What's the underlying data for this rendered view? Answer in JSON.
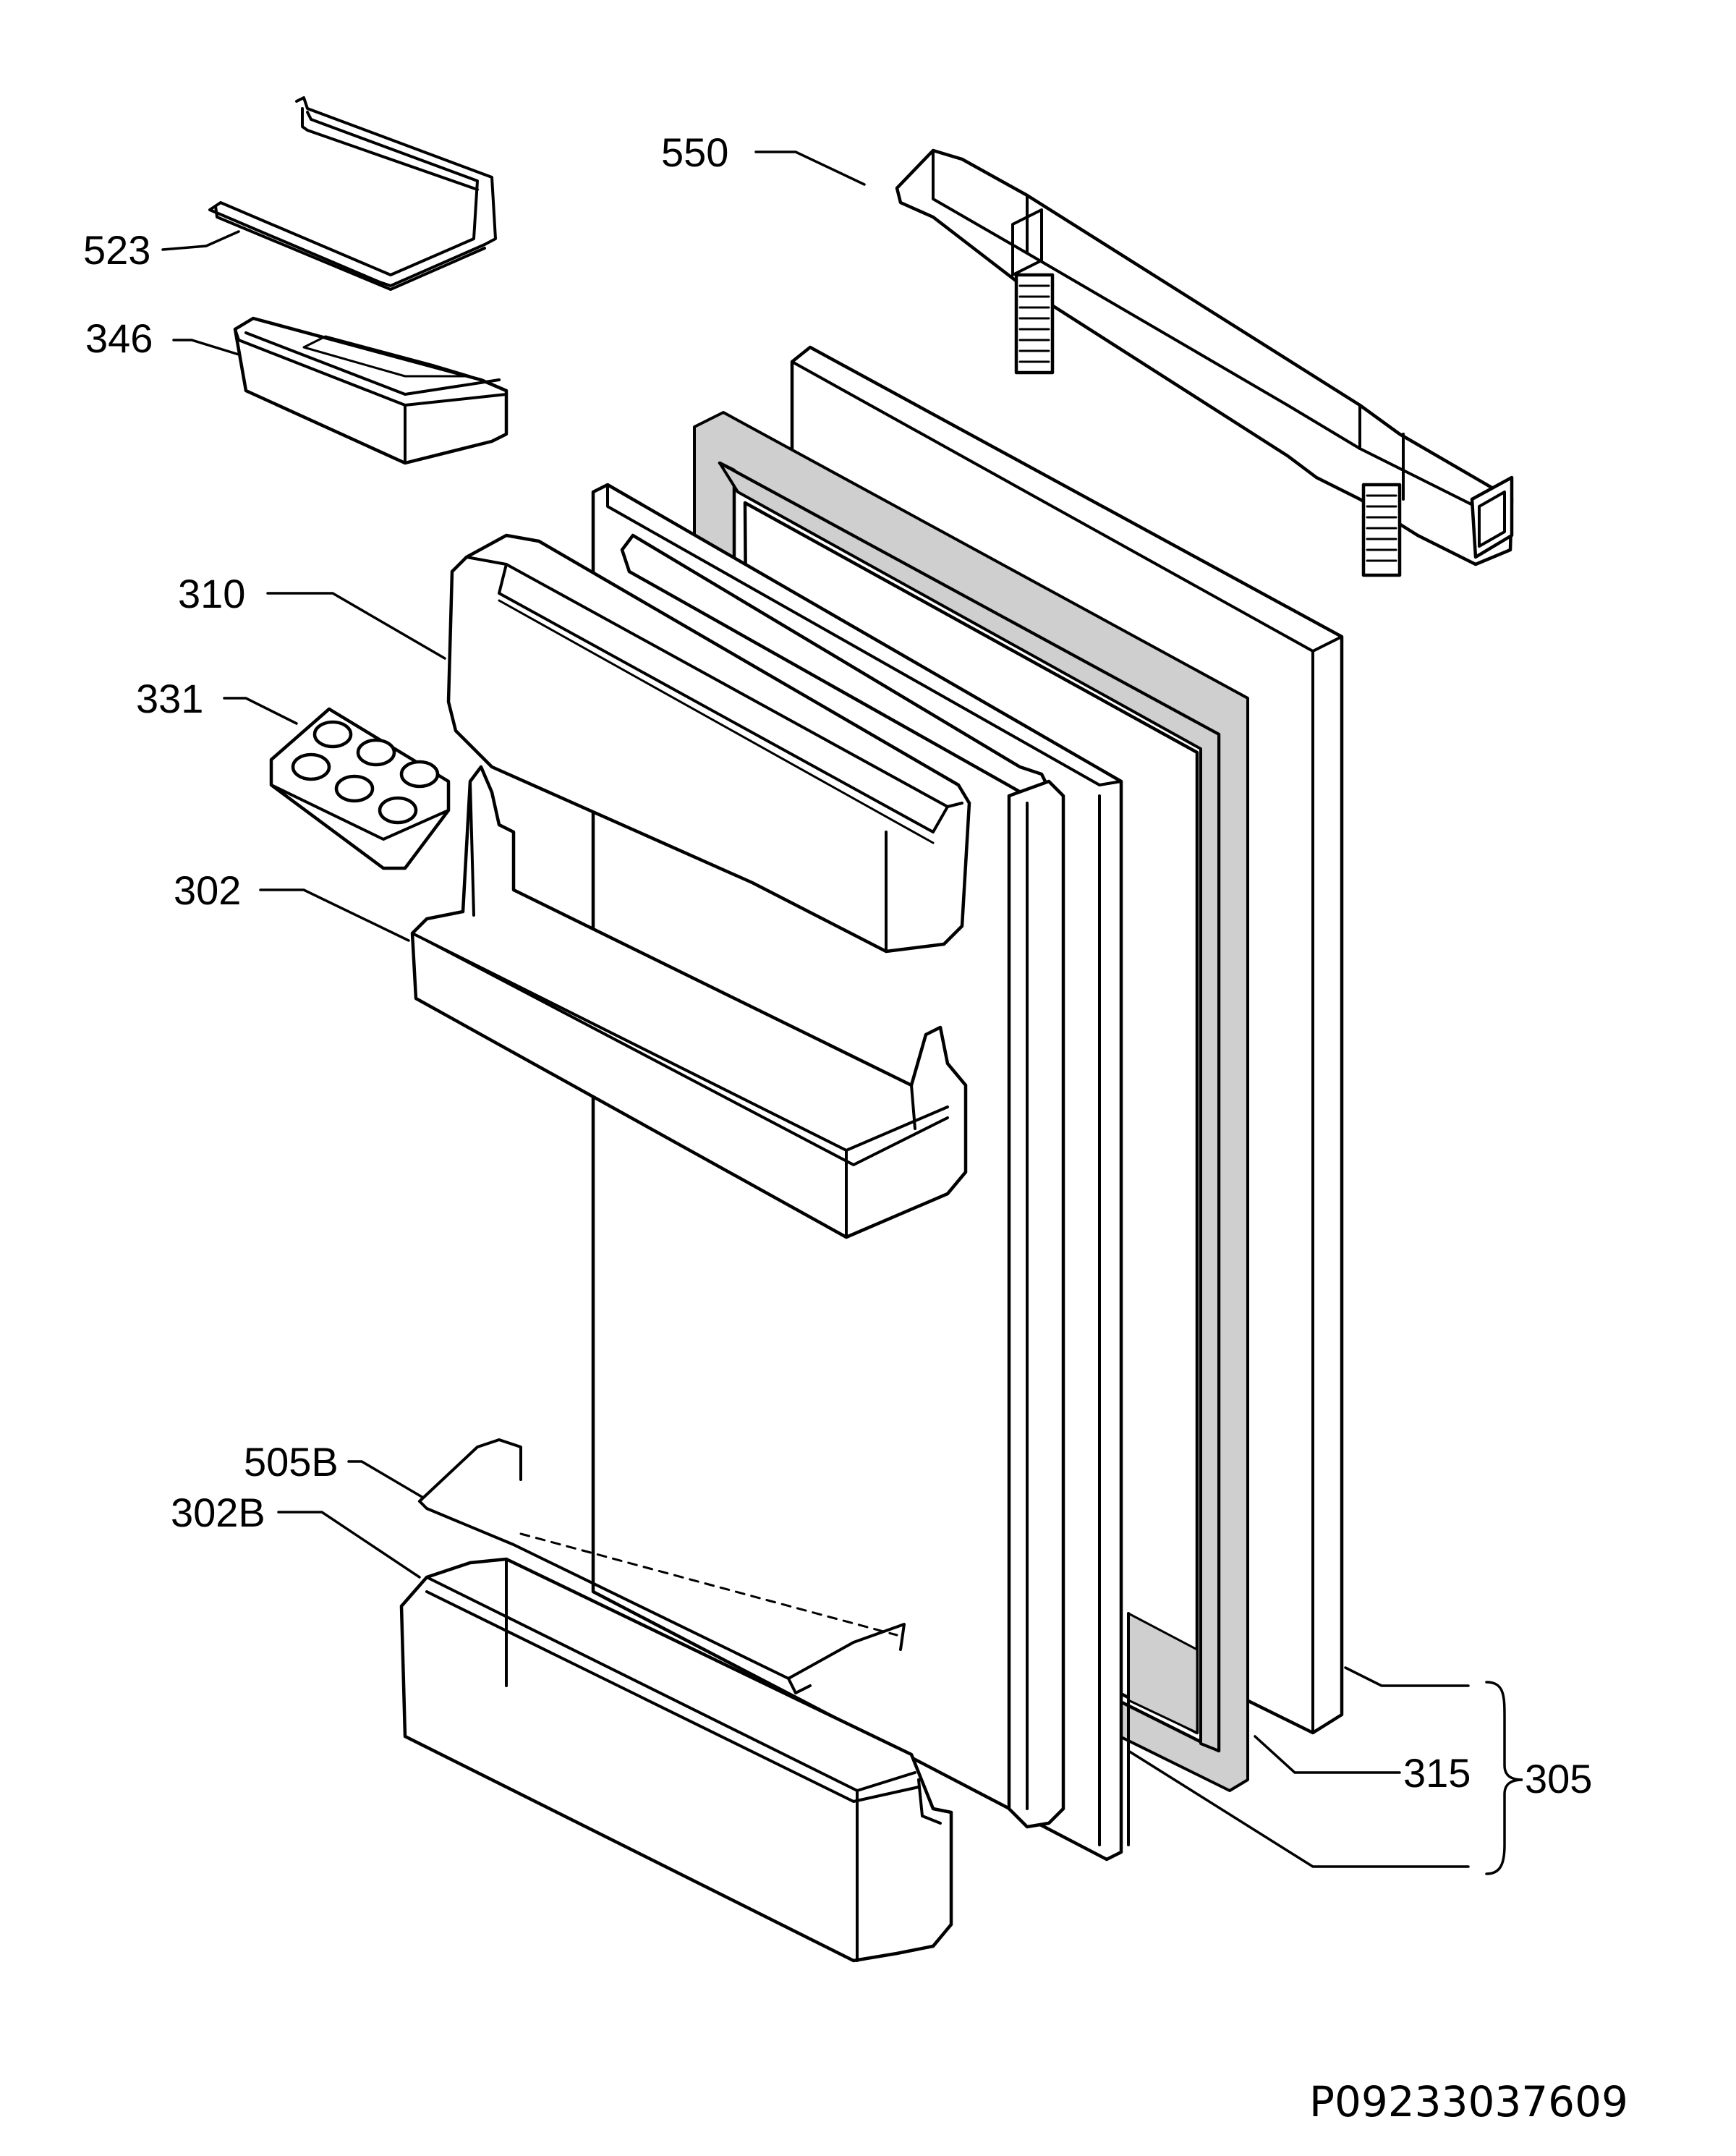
{
  "diagram": {
    "callouts": [
      {
        "id": "523",
        "text": "523"
      },
      {
        "id": "346",
        "text": "346"
      },
      {
        "id": "550",
        "text": "550"
      },
      {
        "id": "310",
        "text": "310"
      },
      {
        "id": "331",
        "text": "331"
      },
      {
        "id": "302",
        "text": "302"
      },
      {
        "id": "505B",
        "text": "505B"
      },
      {
        "id": "302B",
        "text": "302B"
      },
      {
        "id": "315",
        "text": "315"
      },
      {
        "id": "305",
        "text": "305"
      }
    ],
    "document_code": "P09233037609"
  }
}
